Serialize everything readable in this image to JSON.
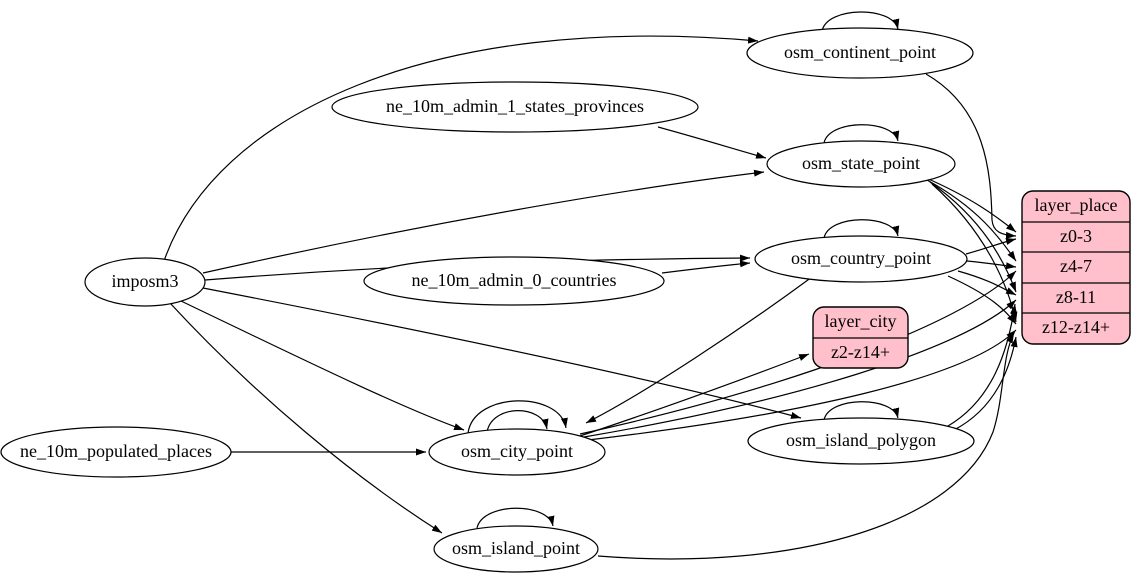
{
  "diagram": {
    "colors": {
      "background": "#ffffff",
      "node_fill": "#ffffff",
      "layer_fill": "#ffc0cb",
      "edge_stroke": "#000000"
    },
    "nodes": {
      "imposm3": {
        "label": "imposm3",
        "shape": "ellipse"
      },
      "ne_10m_admin_1_states_provinces": {
        "label": "ne_10m_admin_1_states_provinces",
        "shape": "ellipse"
      },
      "ne_10m_admin_0_countries": {
        "label": "ne_10m_admin_0_countries",
        "shape": "ellipse"
      },
      "ne_10m_populated_places": {
        "label": "ne_10m_populated_places",
        "shape": "ellipse"
      },
      "osm_continent_point": {
        "label": "osm_continent_point",
        "shape": "ellipse"
      },
      "osm_state_point": {
        "label": "osm_state_point",
        "shape": "ellipse"
      },
      "osm_country_point": {
        "label": "osm_country_point",
        "shape": "ellipse"
      },
      "osm_city_point": {
        "label": "osm_city_point",
        "shape": "ellipse"
      },
      "osm_island_polygon": {
        "label": "osm_island_polygon",
        "shape": "ellipse"
      },
      "osm_island_point": {
        "label": "osm_island_point",
        "shape": "ellipse"
      },
      "layer_city": {
        "title": "layer_city",
        "rows": [
          "z2-z14+"
        ],
        "shape": "record"
      },
      "layer_place": {
        "title": "layer_place",
        "rows": [
          "z0-3",
          "z4-7",
          "z8-11",
          "z12-z14+"
        ],
        "shape": "record"
      }
    },
    "edges": [
      {
        "from": "imposm3",
        "to": "osm_continent_point"
      },
      {
        "from": "imposm3",
        "to": "osm_state_point"
      },
      {
        "from": "imposm3",
        "to": "osm_country_point"
      },
      {
        "from": "imposm3",
        "to": "osm_city_point"
      },
      {
        "from": "imposm3",
        "to": "osm_island_polygon"
      },
      {
        "from": "imposm3",
        "to": "osm_island_point"
      },
      {
        "from": "ne_10m_admin_1_states_provinces",
        "to": "osm_state_point"
      },
      {
        "from": "ne_10m_admin_0_countries",
        "to": "osm_country_point"
      },
      {
        "from": "ne_10m_populated_places",
        "to": "osm_city_point"
      },
      {
        "from": "osm_country_point",
        "to": "osm_city_point"
      },
      {
        "from": "osm_continent_point",
        "to": "osm_continent_point"
      },
      {
        "from": "osm_state_point",
        "to": "osm_state_point"
      },
      {
        "from": "osm_country_point",
        "to": "osm_country_point"
      },
      {
        "from": "osm_city_point",
        "to": "osm_city_point"
      },
      {
        "from": "osm_city_point",
        "to": "osm_city_point"
      },
      {
        "from": "osm_island_polygon",
        "to": "osm_island_polygon"
      },
      {
        "from": "osm_island_point",
        "to": "osm_island_point"
      },
      {
        "from": "osm_continent_point",
        "to": "layer_place:z0-3"
      },
      {
        "from": "osm_state_point",
        "to": "layer_place:z0-3"
      },
      {
        "from": "osm_state_point",
        "to": "layer_place:z4-7"
      },
      {
        "from": "osm_state_point",
        "to": "layer_place:z8-11"
      },
      {
        "from": "osm_state_point",
        "to": "layer_place:z12-z14+"
      },
      {
        "from": "osm_country_point",
        "to": "layer_place:z0-3"
      },
      {
        "from": "osm_country_point",
        "to": "layer_place:z4-7"
      },
      {
        "from": "osm_country_point",
        "to": "layer_place:z8-11"
      },
      {
        "from": "osm_country_point",
        "to": "layer_place:z12-z14+"
      },
      {
        "from": "osm_city_point",
        "to": "layer_city:z2-z14+"
      },
      {
        "from": "osm_city_point",
        "to": "layer_place:z4-7"
      },
      {
        "from": "osm_city_point",
        "to": "layer_place:z8-11"
      },
      {
        "from": "osm_city_point",
        "to": "layer_place:z12-z14+"
      },
      {
        "from": "osm_island_polygon",
        "to": "layer_place:z8-11"
      },
      {
        "from": "osm_island_polygon",
        "to": "layer_place:z12-z14+"
      },
      {
        "from": "osm_island_point",
        "to": "layer_place:z12-z14+"
      }
    ]
  }
}
